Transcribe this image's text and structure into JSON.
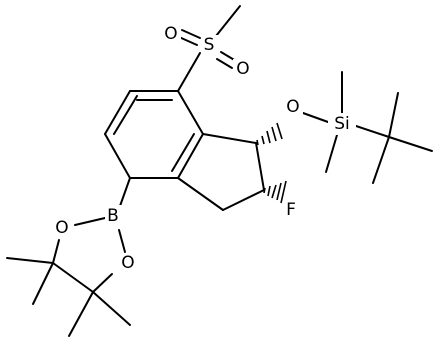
{
  "diagram": {
    "type": "chemical-structure",
    "atoms": {
      "S": "S",
      "O_sulfonyl_1": "O",
      "O_sulfonyl_2": "O",
      "O_ether": "O",
      "Si": "Si",
      "F": "F",
      "B": "B",
      "O_boronate_top": "O",
      "O_boronate_bottom": "O"
    }
  }
}
